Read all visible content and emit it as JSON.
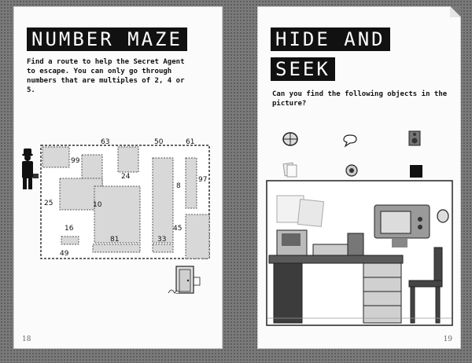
{
  "left": {
    "title": "NUMBER MAZE",
    "instructions": "Find a route to help the Secret Agent to escape. You can only go through numbers that are multiples of 2, 4 or 5.",
    "page_number": "18",
    "maze_numbers": [
      "63",
      "50",
      "61",
      "99",
      "24",
      "8",
      "97",
      "25",
      "10",
      "16",
      "81",
      "33",
      "45",
      "49"
    ]
  },
  "right": {
    "title_line1": "HIDE AND",
    "title_line2": "SEEK",
    "instructions": "Can you find the following objects in the picture?",
    "page_number": "19",
    "objects": [
      "wall-lamp-icon",
      "speech-bubble-icon",
      "speaker-icon",
      "papers-icon",
      "camera-lens-icon",
      "black-square-icon"
    ]
  }
}
